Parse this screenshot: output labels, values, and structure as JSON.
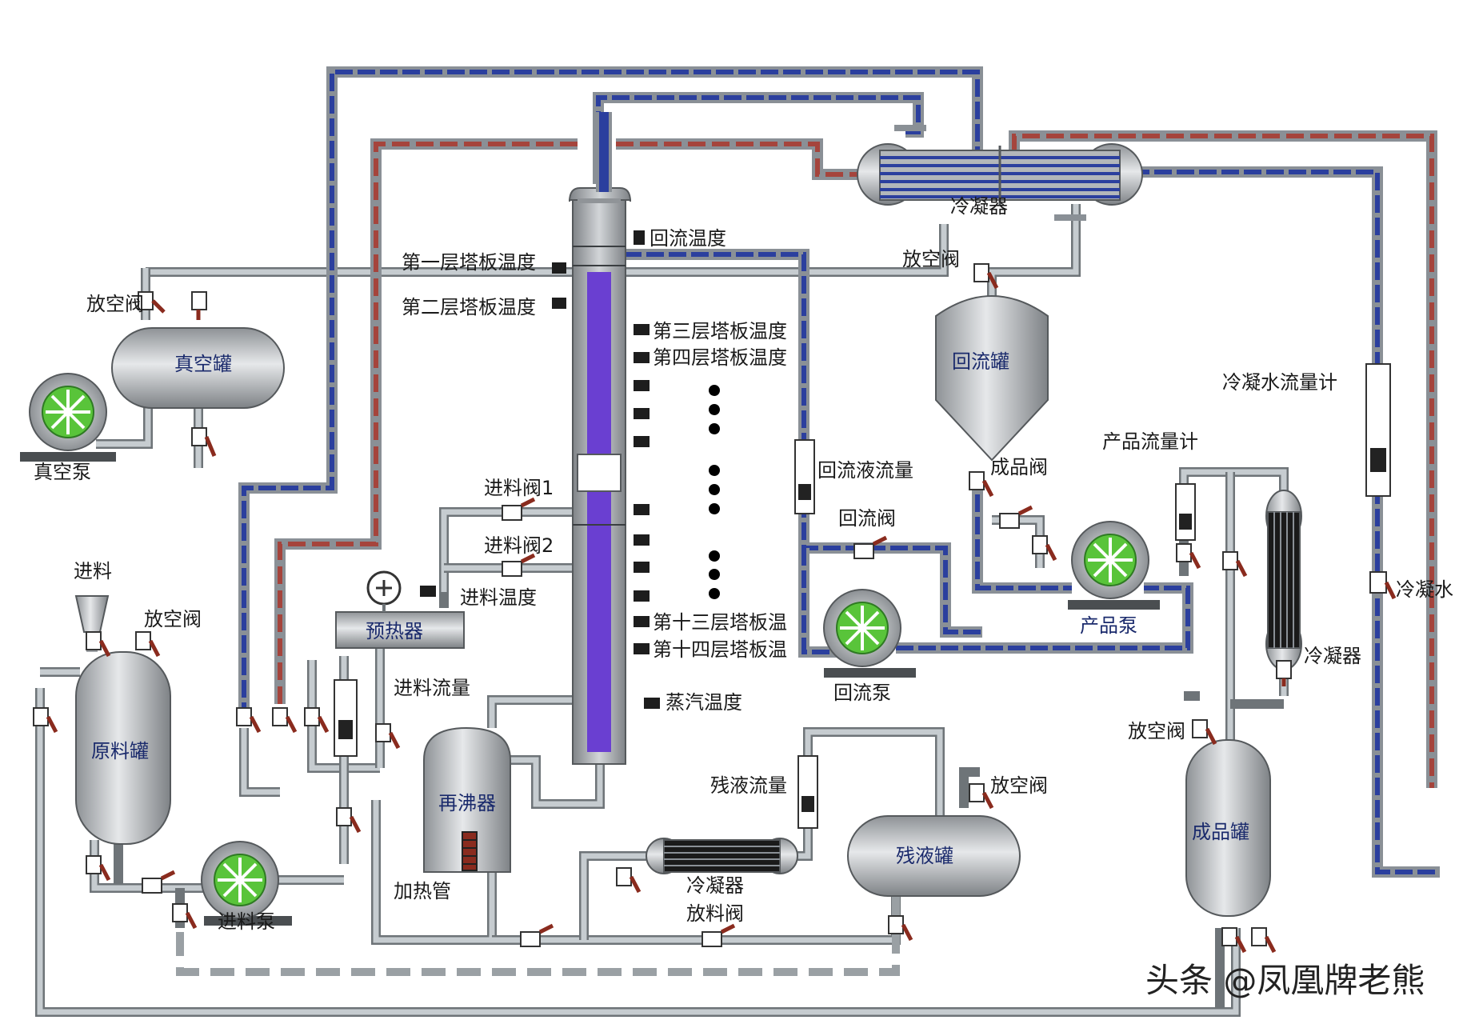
{
  "labels": {
    "vacuum_tank": "真空罐",
    "vacuum_pump": "真空泵",
    "vent_valve": "放空阀",
    "feed": "进料",
    "raw_tank": "原料罐",
    "feed_pump": "进料泵",
    "feed_flow": "进料流量",
    "preheater": "预热器",
    "feed_temp": "进料温度",
    "feed_valve_1": "进料阀1",
    "feed_valve_2": "进料阀2",
    "tray1_temp": "第一层塔板温度",
    "tray2_temp": "第二层塔板温度",
    "tray3_temp": "第三层塔板温度",
    "tray4_temp": "第四层塔板温度",
    "tray13_temp": "第十三层塔板温",
    "tray14_temp": "第十四层塔板温",
    "steam_temp": "蒸汽温度",
    "reflux_temp": "回流温度",
    "reboiler": "再沸器",
    "heating_tube": "加热管",
    "condenser": "冷凝器",
    "reflux_tank": "回流罐",
    "product_valve": "成品阀",
    "reflux_liquid_flow": "回流液流量",
    "reflux_valve": "回流阀",
    "reflux_pump": "回流泵",
    "product_pump": "产品泵",
    "product_flow_meter": "产品流量计",
    "cooling_water_flow_meter": "冷凝水流量计",
    "cooling_water": "冷凝水",
    "residue_flow": "残液流量",
    "discharge_valve": "放料阀",
    "residue_tank": "残液罐",
    "product_tank": "成品罐"
  },
  "watermark": "头条 @凤凰牌老熊",
  "colors": {
    "pipe_grey": "#c6ccd0",
    "pipe_blue": "#2b3f9e",
    "pipe_red": "#a5443c",
    "column_fill": "#a9adb0",
    "column_window": "#6a3fd1",
    "pump_rotor": "#59c43a",
    "valve_handle": "#8a2b1e"
  },
  "icons": [
    "pump-icon",
    "valve-icon",
    "thermometer-icon",
    "flowmeter-icon",
    "pressure-gauge-icon"
  ]
}
